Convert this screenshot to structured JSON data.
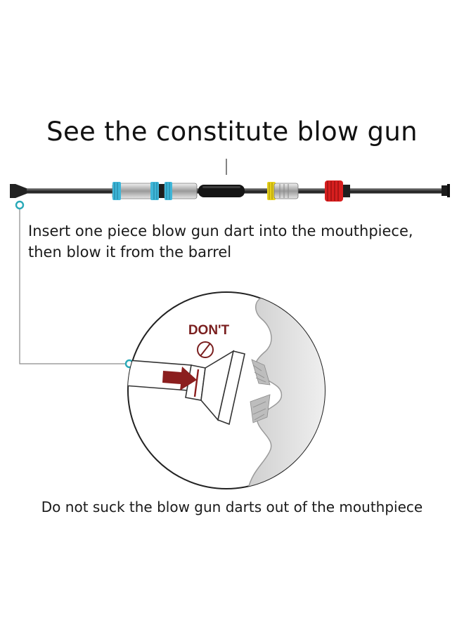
{
  "title": "See the constitute blow gun",
  "instruction": {
    "line1": "Insert one piece blow gun dart into the mouthpiece,",
    "line2": "then blow it from the barrel"
  },
  "warning": {
    "label": "DON'T"
  },
  "caption": "Do not suck the blow gun darts out of the mouthpiece",
  "colors": {
    "callout": "#29a9b8",
    "warning": "#7a1f1f",
    "arrow": "#8b1e1e",
    "ring_blue": "#3fb6d8",
    "ring_yellow": "#e8d21a",
    "ring_red": "#d81f1f"
  },
  "icons": [
    "no-entry-icon",
    "arrow-right-icon",
    "callout-dot-icon"
  ]
}
